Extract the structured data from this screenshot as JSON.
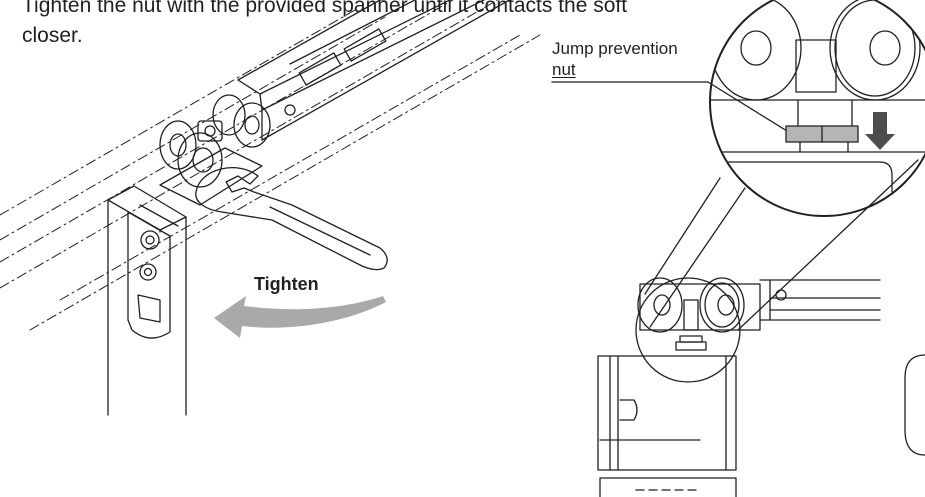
{
  "instruction": {
    "line1": "Tighten the nut with the provided spanner until it contacts the soft",
    "line2": "closer."
  },
  "callout": {
    "label_line1": "Jump prevention",
    "label_line2": "nut"
  },
  "arrow_label": "Tighten",
  "colors": {
    "line": "#231f20",
    "arrow_fill": "#a9a9a9",
    "nut_fill": "#b5b5b5",
    "down_arrow": "#4d4d4d"
  }
}
